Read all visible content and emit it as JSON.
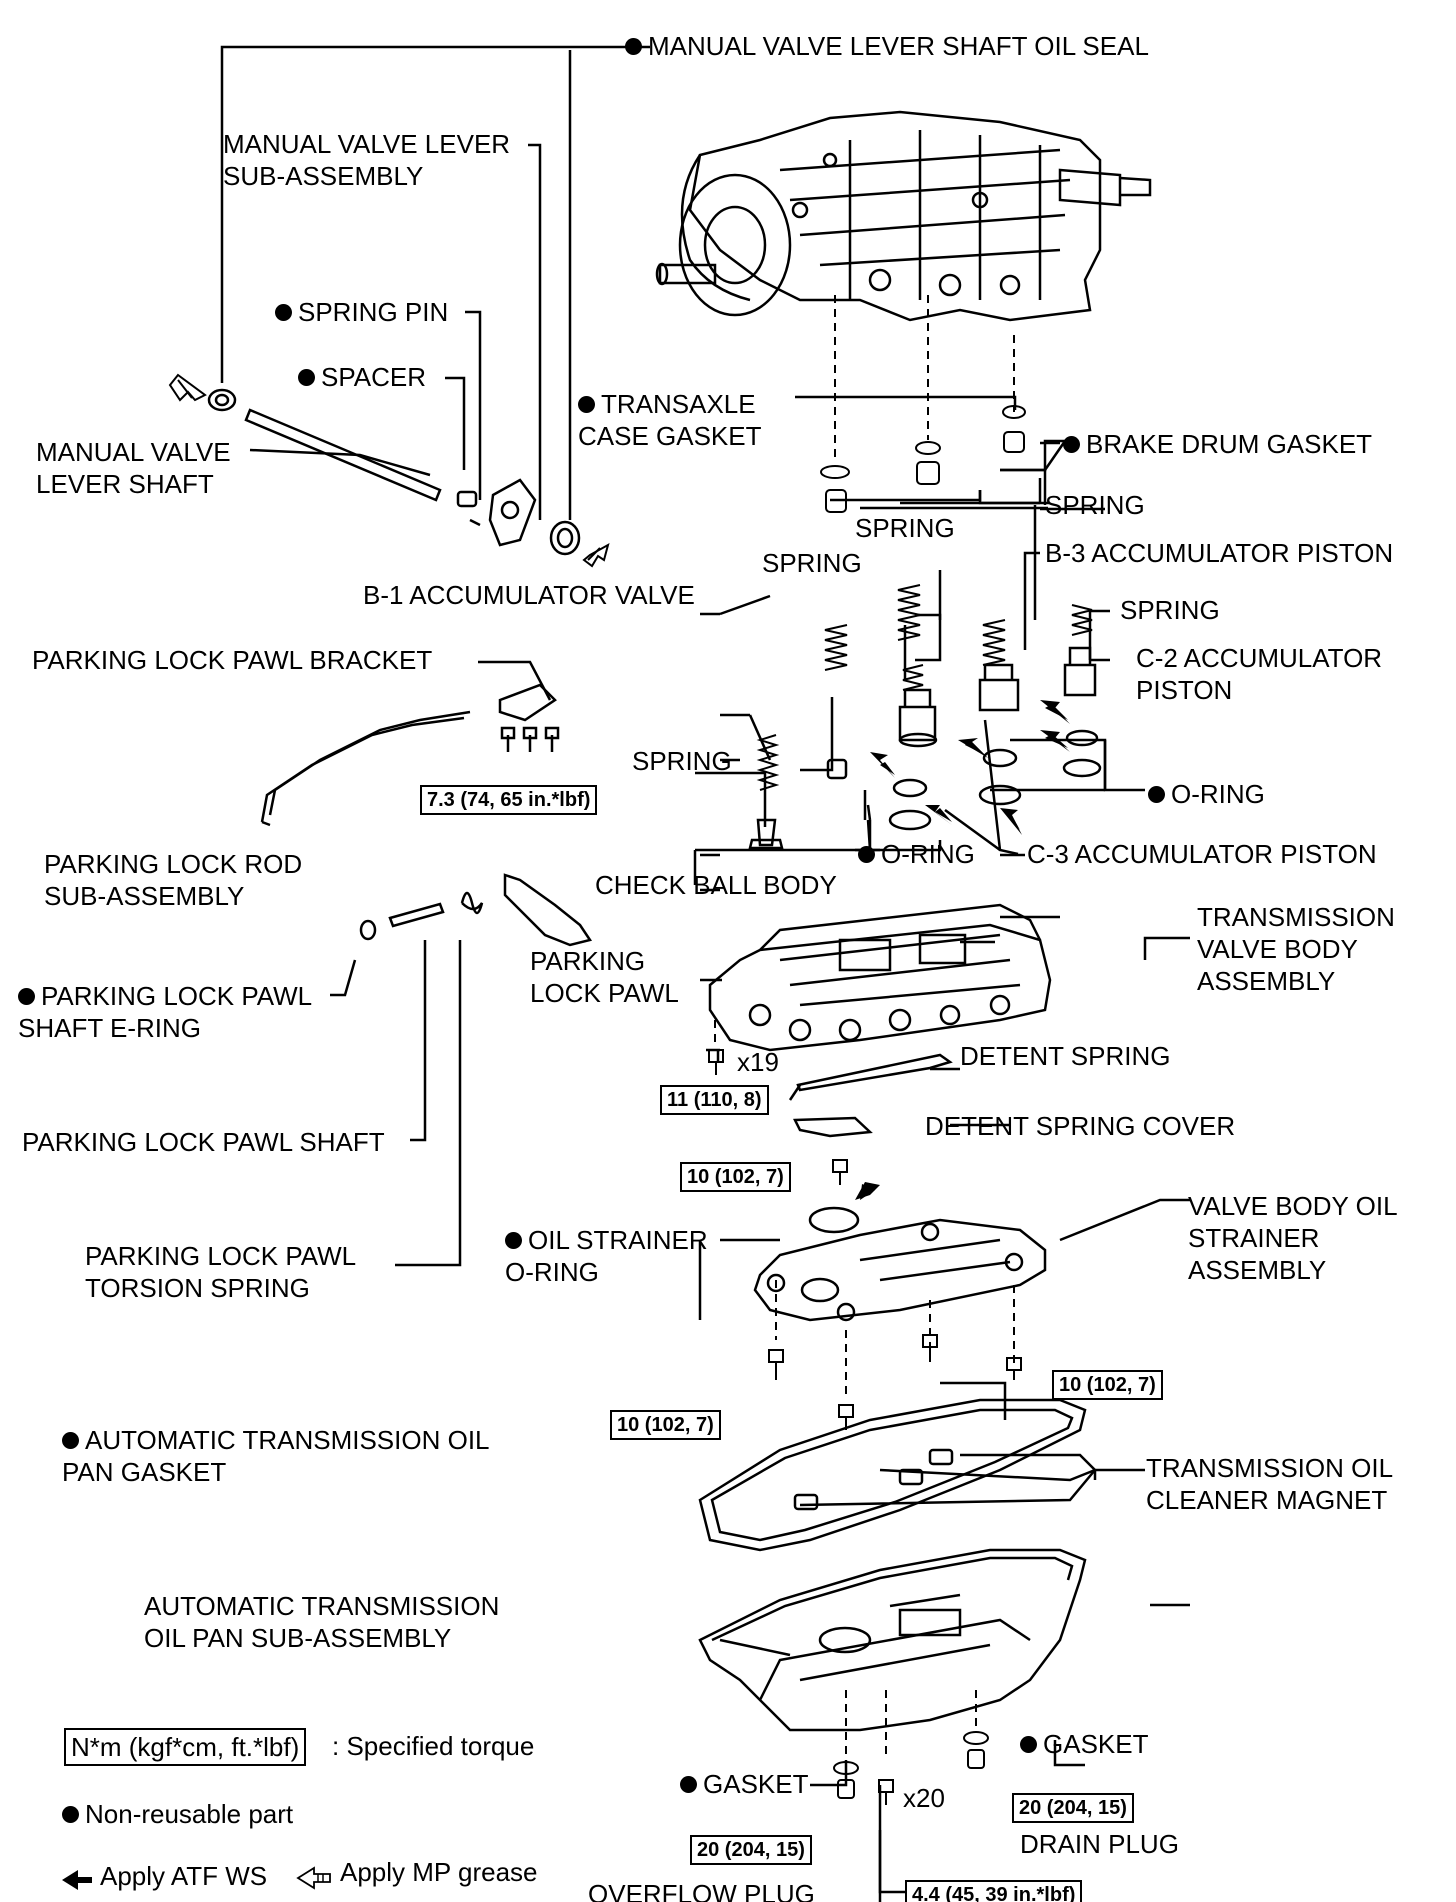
{
  "labels": {
    "lever_shaft_oil_seal": "MANUAL VALVE LEVER SHAFT OIL SEAL",
    "lever_sub_assembly": "MANUAL VALVE LEVER\nSUB-ASSEMBLY",
    "spring_pin": "SPRING PIN",
    "spacer": "SPACER",
    "lever_shaft": "MANUAL VALVE\nLEVER SHAFT",
    "transaxle_case_gasket": "TRANSAXLE\nCASE GASKET",
    "brake_drum_gasket": "BRAKE DRUM GASKET",
    "spring_a": "SPRING",
    "spring_b": "SPRING",
    "spring_c": "SPRING",
    "b3_piston": "B-3 ACCUMULATOR PISTON",
    "spring_d": "SPRING",
    "b1_valve": "B-1 ACCUMULATOR VALVE",
    "c2_piston": "C-2 ACCUMULATOR\nPISTON",
    "pawl_bracket": "PARKING LOCK PAWL BRACKET",
    "spring_e": "SPRING",
    "o_ring_right": "O-RING",
    "o_ring_left": "O-RING",
    "c3_piston": "C-3 ACCUMULATOR PISTON",
    "rod_sub_assembly": "PARKING LOCK ROD\nSUB-ASSEMBLY",
    "check_ball_body": "CHECK BALL BODY",
    "valve_body": "TRANSMISSION\nVALVE BODY\nASSEMBLY",
    "parking_lock_pawl": "PARKING\nLOCK PAWL",
    "e_ring": "PARKING LOCK PAWL\nSHAFT E-RING",
    "bolt_count_top": "x19",
    "detent_spring": "DETENT SPRING",
    "detent_spring_cover": "DETENT SPRING COVER",
    "pawl_shaft": "PARKING LOCK PAWL SHAFT",
    "strainer_assembly": "VALVE BODY OIL\nSTRAINER\nASSEMBLY",
    "strainer_o_ring": "OIL STRAINER\nO-RING",
    "torsion_spring": "PARKING LOCK PAWL\nTORSION SPRING",
    "oil_pan_gasket": "AUTOMATIC TRANSMISSION OIL\nPAN GASKET",
    "cleaner_magnet": "TRANSMISSION OIL\nCLEANER MAGNET",
    "oil_pan": "AUTOMATIC TRANSMISSION\nOIL PAN SUB-ASSEMBLY",
    "gasket_right": "GASKET",
    "gasket_left": "GASKET",
    "bolt_count_pan": "x20",
    "drain_plug": "DRAIN PLUG",
    "overflow_plug": "OVERFLOW PLUG"
  },
  "torques": {
    "bracket_bolts": "7.3 (74, 65 in.*lbf)",
    "valve_body_bolts": "11 (110, 8)",
    "detent_bolt": "10 (102, 7)",
    "strainer_bolts_right": "10 (102, 7)",
    "strainer_bolts_left": "10 (102, 7)",
    "drain_plug": "20 (204, 15)",
    "overflow_plug": "20 (204, 15)",
    "pan_bolts": "4.4 (45, 39 in.*lbf)"
  },
  "legend": {
    "torque_box": "N*m (kgf*cm, ft.*lbf)",
    "torque_text": ": Specified torque",
    "non_reusable": "Non-reusable part",
    "atf": "Apply ATF WS",
    "grease": "Apply MP grease"
  }
}
